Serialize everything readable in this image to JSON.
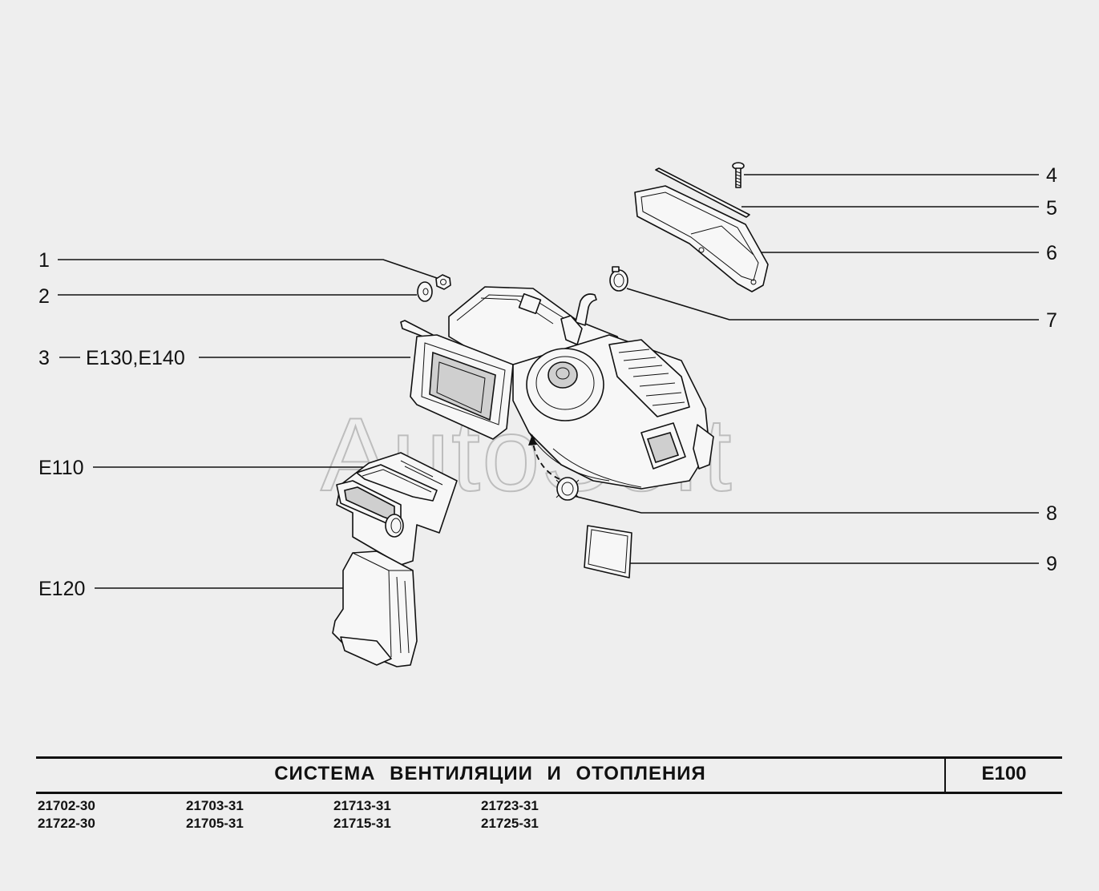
{
  "watermark": "AutoSoft",
  "callouts": {
    "c1": "1",
    "c2": "2",
    "c3": "3",
    "c3_ref": "E130,E140",
    "c4": "4",
    "c5": "5",
    "c6": "6",
    "c7": "7",
    "c8": "8",
    "c9": "9",
    "e110": "E110",
    "e120": "E120"
  },
  "footer": {
    "title": "СИСТЕМА ВЕНТИЛЯЦИИ И ОТОПЛЕНИЯ",
    "code": "E100"
  },
  "models": [
    [
      "21702-30",
      "21722-30"
    ],
    [
      "21703-31",
      "21705-31"
    ],
    [
      "21713-31",
      "21715-31"
    ],
    [
      "21723-31",
      "21725-31"
    ]
  ]
}
